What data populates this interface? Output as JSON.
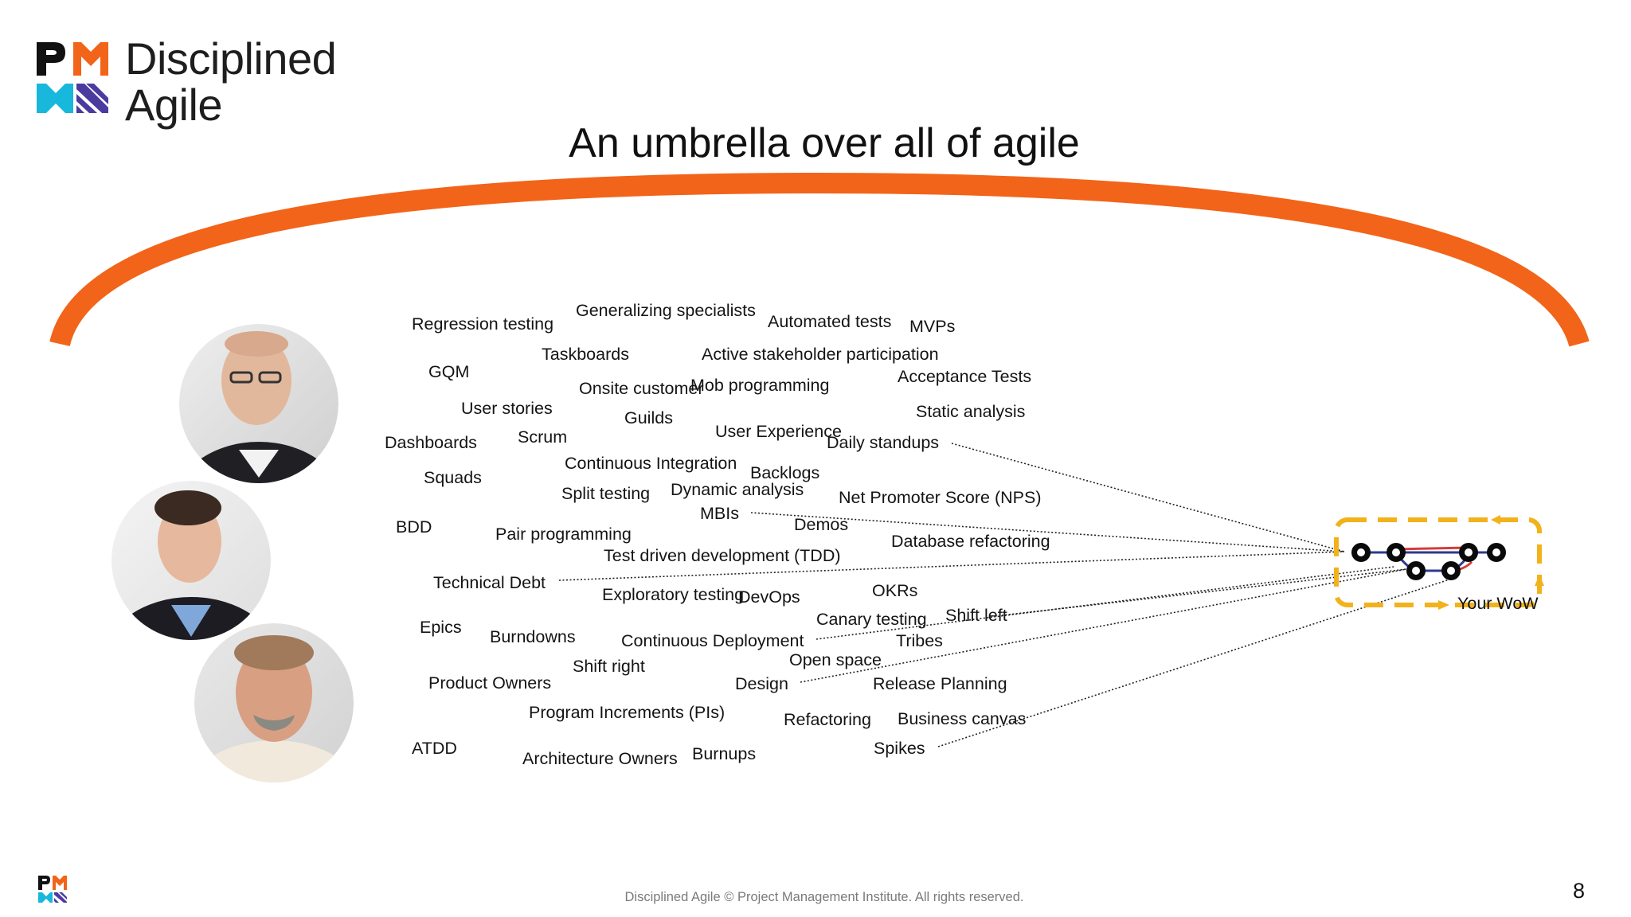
{
  "brand": {
    "logo_line1": "Disciplined",
    "logo_line2": "Agile",
    "mark_letters": "PMI"
  },
  "title": "An umbrella over all of agile",
  "colors": {
    "umbrella": "#f26419",
    "brand_black": "#111111",
    "brand_cyan": "#18b7dc",
    "brand_purple": "#4b3aa0",
    "brand_orange": "#f26419",
    "wow_border": "#f2b21b",
    "wow_red": "#d93b3b",
    "wow_blue": "#2e3a8c"
  },
  "people": [
    "person-1-photo",
    "person-2-photo",
    "person-3-photo"
  ],
  "terms": [
    {
      "id": "regression-testing",
      "text": "Regression testing"
    },
    {
      "id": "generalizing-specialists",
      "text": "Generalizing specialists"
    },
    {
      "id": "automated-tests",
      "text": "Automated tests"
    },
    {
      "id": "mvps",
      "text": "MVPs"
    },
    {
      "id": "taskboards",
      "text": "Taskboards"
    },
    {
      "id": "active-stakeholder-participation",
      "text": "Active stakeholder participation"
    },
    {
      "id": "gqm",
      "text": "GQM"
    },
    {
      "id": "onsite-customer",
      "text": "Onsite customer"
    },
    {
      "id": "mob-programming",
      "text": "Mob programming"
    },
    {
      "id": "acceptance-tests",
      "text": "Acceptance Tests"
    },
    {
      "id": "user-stories",
      "text": "User stories"
    },
    {
      "id": "guilds",
      "text": "Guilds"
    },
    {
      "id": "static-analysis",
      "text": "Static analysis"
    },
    {
      "id": "user-experience",
      "text": "User Experience"
    },
    {
      "id": "dashboards",
      "text": "Dashboards"
    },
    {
      "id": "scrum",
      "text": "Scrum"
    },
    {
      "id": "daily-standups",
      "text": "Daily standups"
    },
    {
      "id": "continuous-integration",
      "text": "Continuous Integration"
    },
    {
      "id": "backlogs",
      "text": "Backlogs"
    },
    {
      "id": "squads",
      "text": "Squads"
    },
    {
      "id": "split-testing",
      "text": "Split testing"
    },
    {
      "id": "dynamic-analysis",
      "text": "Dynamic analysis"
    },
    {
      "id": "net-promoter-score",
      "text": "Net Promoter Score (NPS)"
    },
    {
      "id": "mbis",
      "text": "MBIs"
    },
    {
      "id": "bdd",
      "text": "BDD"
    },
    {
      "id": "demos",
      "text": "Demos"
    },
    {
      "id": "pair-programming",
      "text": "Pair programming"
    },
    {
      "id": "database-refactoring",
      "text": "Database refactoring"
    },
    {
      "id": "tdd",
      "text": "Test driven development (TDD)"
    },
    {
      "id": "technical-debt",
      "text": "Technical Debt"
    },
    {
      "id": "okrs",
      "text": "OKRs"
    },
    {
      "id": "exploratory-testing",
      "text": "Exploratory testing"
    },
    {
      "id": "devops",
      "text": "DevOps"
    },
    {
      "id": "canary-testing",
      "text": "Canary testing"
    },
    {
      "id": "shift-left",
      "text": "Shift left"
    },
    {
      "id": "epics",
      "text": "Epics"
    },
    {
      "id": "burndowns",
      "text": "Burndowns"
    },
    {
      "id": "continuous-deployment",
      "text": "Continuous Deployment"
    },
    {
      "id": "tribes",
      "text": "Tribes"
    },
    {
      "id": "shift-right",
      "text": "Shift right"
    },
    {
      "id": "open-space",
      "text": "Open space"
    },
    {
      "id": "product-owners",
      "text": "Product Owners"
    },
    {
      "id": "design",
      "text": "Design"
    },
    {
      "id": "release-planning",
      "text": "Release Planning"
    },
    {
      "id": "program-increments",
      "text": "Program Increments (PIs)"
    },
    {
      "id": "refactoring",
      "text": "Refactoring"
    },
    {
      "id": "business-canvas",
      "text": "Business canvas"
    },
    {
      "id": "atdd",
      "text": "ATDD"
    },
    {
      "id": "architecture-owners",
      "text": "Architecture Owners"
    },
    {
      "id": "burnups",
      "text": "Burnups"
    },
    {
      "id": "spikes",
      "text": "Spikes"
    }
  ],
  "wow_label": "Your WoW",
  "footer": "Disciplined Agile © Project Management Institute. All rights reserved.",
  "page_number": "8"
}
